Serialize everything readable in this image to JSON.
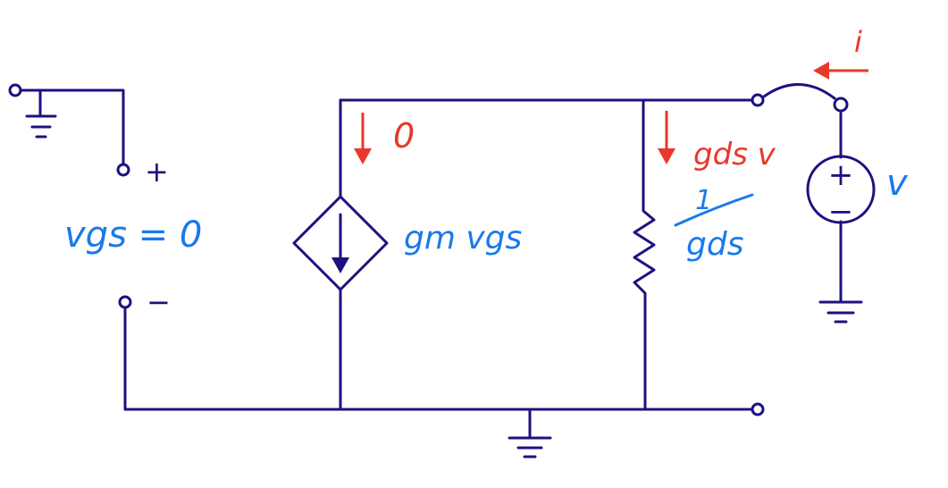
{
  "colors": {
    "wire": "#1c1280",
    "current_annotation": "#e8382a",
    "label_annotation": "#1a7ae8"
  },
  "labels": {
    "input_plus": "+",
    "input_minus": "−",
    "vgs_condition": "vgs = 0",
    "dependent_source": "gm vgs",
    "resistor_numerator": "1",
    "resistor_denominator": "gds",
    "source_plus": "+",
    "source_minus": "−",
    "test_voltage": "v"
  },
  "currents": {
    "dependent_branch": "0",
    "resistor_branch": "gds v",
    "test_current": "i"
  }
}
